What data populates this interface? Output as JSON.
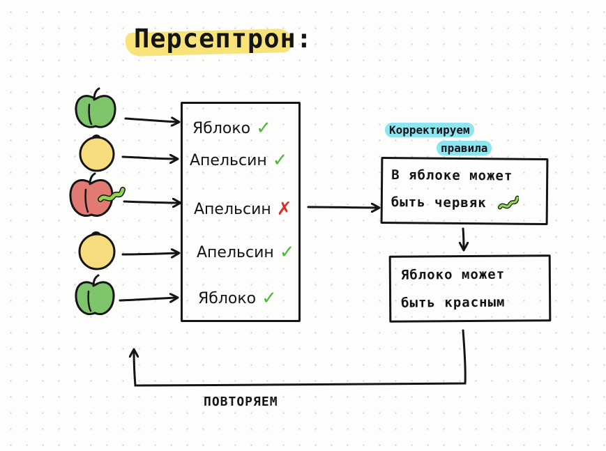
{
  "title": "Персептрон:",
  "inputs": [
    {
      "icon": "green-apple-icon",
      "color": "#7dc46b"
    },
    {
      "icon": "orange-icon",
      "color": "#f6dc7c"
    },
    {
      "icon": "red-apple-with-worm-icon",
      "color": "#e07a72"
    },
    {
      "icon": "orange-icon",
      "color": "#f6dc7c"
    },
    {
      "icon": "green-apple-icon",
      "color": "#7dc46b"
    }
  ],
  "results": [
    {
      "label": "Яблоко",
      "mark": "✓",
      "correct": true
    },
    {
      "label": "Апельсин",
      "mark": "✓",
      "correct": true
    },
    {
      "label": "Апельсин",
      "mark": "✗",
      "correct": false
    },
    {
      "label": "Апельсин",
      "mark": "✓",
      "correct": true
    },
    {
      "label": "Яблоко",
      "mark": "✓",
      "correct": true
    }
  ],
  "correction_label": {
    "line1": "Корректируем",
    "line2": "правила"
  },
  "rule1": {
    "line1": "В яблоке может",
    "line2": "быть червяк"
  },
  "rule2": {
    "line1": "Яблоко может",
    "line2": "быть красным"
  },
  "repeat_label": "ПОВТОРЯЕМ",
  "colors": {
    "highlight_yellow": "#f8e27a",
    "highlight_cyan": "#8ee5f0",
    "check": "#4cb83a",
    "cross": "#d9302a",
    "worm": "#8fd64a"
  }
}
